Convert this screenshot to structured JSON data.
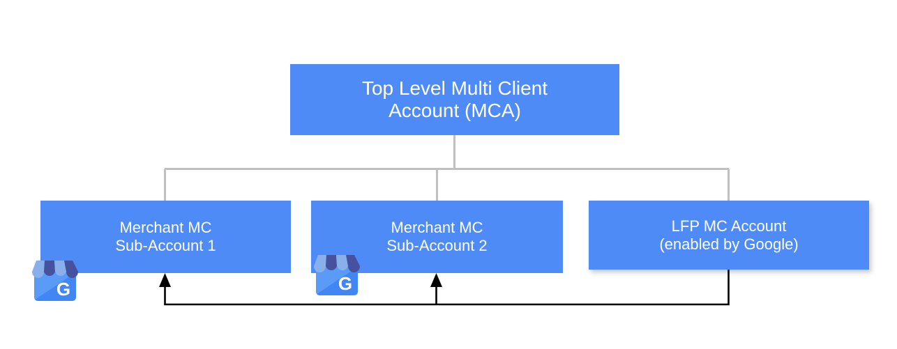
{
  "diagram": {
    "title_text": "",
    "colors": {
      "node_fill": "#4e8bf7",
      "node_text": "#ffffff",
      "connector_line": "#c0c0c0",
      "arrow_line": "#000000",
      "background": "#ffffff",
      "gmb_awning_light": "#8ab0ec",
      "gmb_awning_dark": "#46529e",
      "gmb_body": "#4285f4"
    },
    "nodes": [
      {
        "id": "top-level-mca",
        "lines": [
          "Top Level Multi Client",
          "Account (MCA)"
        ]
      },
      {
        "id": "merchant-mc-sub-account-1",
        "lines": [
          "Merchant MC",
          "Sub-Account 1"
        ]
      },
      {
        "id": "merchant-mc-sub-account-2",
        "lines": [
          "Merchant MC",
          "Sub-Account 2"
        ]
      },
      {
        "id": "lfp-mc-account",
        "lines": [
          "LFP MC Account",
          "(enabled by Google)"
        ]
      }
    ],
    "icons": [
      {
        "id": "gmb-icon-sub-account-1",
        "name": "google-my-business-icon"
      },
      {
        "id": "gmb-icon-sub-account-2",
        "name": "google-my-business-icon"
      }
    ],
    "connectors": {
      "tree": "Top Level MCA branches down to the three accounts below",
      "feedback": "LFP MC Account feeds back with arrows into Merchant MC Sub-Account 1 and Merchant MC Sub-Account 2"
    }
  }
}
